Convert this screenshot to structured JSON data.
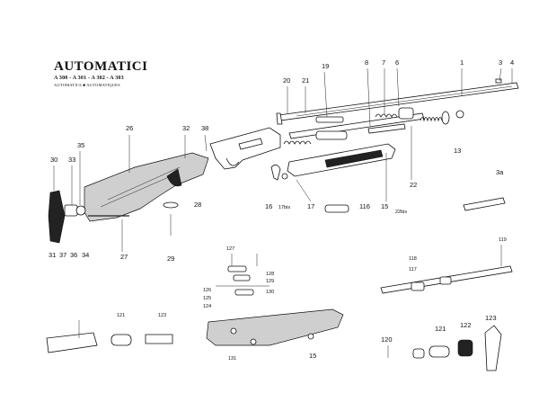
{
  "header": {
    "title": "AUTOMATICI",
    "models": "A 300 - A 301 - A 302 - A 303",
    "caption_left": "AUTOMATICS",
    "caption_right": "AUTOMATIQUES"
  },
  "labels": {
    "p1": "1",
    "p3": "3",
    "p4": "4",
    "p6": "6",
    "p7": "7",
    "p8": "8",
    "p19": "19",
    "p20": "20",
    "p21": "21",
    "p26": "26",
    "p32": "32",
    "p38": "38",
    "p35": "35",
    "p30": "30",
    "p33": "33",
    "p31": "31",
    "p37": "37",
    "p36": "36",
    "p34": "34",
    "p27": "27",
    "p29": "29",
    "p28": "28",
    "p16": "16",
    "p17bis": "17bis",
    "p17": "17",
    "p116": "116",
    "p15": "15",
    "p22bis": "22bis",
    "p22": "22",
    "p13": "13",
    "p3a": "3a",
    "p127": "127",
    "p128": "128",
    "p129": "129",
    "p126": "126",
    "p125": "125",
    "p130": "130",
    "p124": "124",
    "p118": "118",
    "p117": "117",
    "p119": "119",
    "p131": "131",
    "p15b": "15",
    "p121a": "121",
    "p123a": "123",
    "p120": "120",
    "p121b": "121",
    "p122": "122",
    "p123b": "123"
  }
}
